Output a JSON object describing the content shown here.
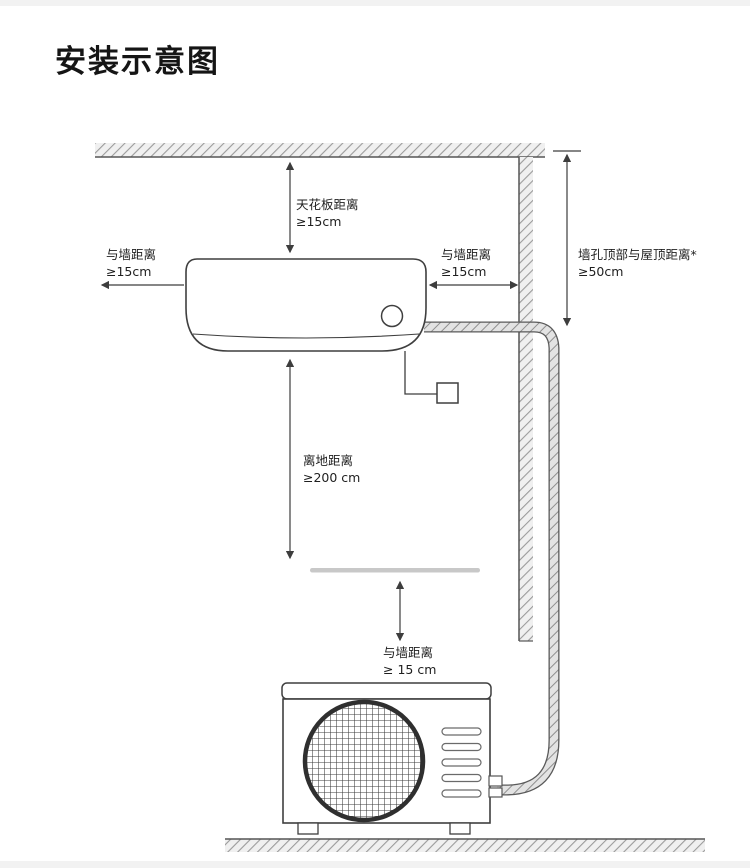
{
  "page": {
    "title": "安装示意图"
  },
  "diagram": {
    "labels": {
      "ceiling_clearance": {
        "name": "天花板距离",
        "value": "≥15cm"
      },
      "left_wall_clearance": {
        "name": "与墙距离",
        "value": "≥15cm"
      },
      "right_wall_clearance": {
        "name": "与墙距离",
        "value": "≥15cm"
      },
      "wall_hole_roof_clearance": {
        "name": "墙孔顶部与屋顶距离*",
        "value": "≥50cm"
      },
      "floor_clearance": {
        "name": "离地距离",
        "value": "≥200 cm"
      },
      "outdoor_wall_clearance": {
        "name": "与墙距离",
        "value": "≥ 15 cm"
      }
    },
    "colors": {
      "line": "#3d3d3d",
      "hatch": "#9b9b9b",
      "hose_fill": "#e3e3e3",
      "text": "#1f1f1f"
    }
  }
}
